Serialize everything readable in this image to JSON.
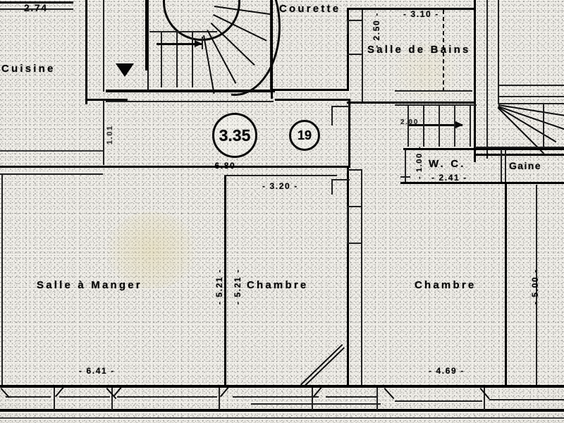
{
  "document": {
    "type": "architectural-floor-plan",
    "language": "fr",
    "medium": "photocopied-scan",
    "paper_color": "#f2f0ea",
    "ink_color": "#101010"
  },
  "rooms": [
    {
      "id": "cuisine",
      "label": "Cuisine"
    },
    {
      "id": "courette",
      "label": "Courette"
    },
    {
      "id": "salle-de-bains",
      "label": "Salle de Bains"
    },
    {
      "id": "wc",
      "label": "W. C."
    },
    {
      "id": "gaine",
      "label": "Gaine"
    },
    {
      "id": "salle-a-manger",
      "label": "Salle  à  Manger"
    },
    {
      "id": "chambre-1",
      "label": "Chambre"
    },
    {
      "id": "chambre-2",
      "label": "Chambre"
    }
  ],
  "dimensions": {
    "cuisine_width": "2.74",
    "salle_de_bains_width": "- 3.10 -",
    "salle_de_bains_height": "- 2.50 -",
    "wc_width": "- 2.41 -",
    "wc_height": "- 1.00 -",
    "hall_width": "- 6.80 -",
    "chambre1_width": "- 3.20 -",
    "salle_a_manger_width": "- 6.41 -",
    "salle_a_manger_height": "- 5.21 -",
    "chambre1_height": "- 5.21 -",
    "chambre2_width": "- 4.69 -",
    "chambre2_height": "- 5.00 -",
    "left_opening_height": "1.01",
    "stair_run": "2.00"
  },
  "markers": {
    "area_circle": "3.35",
    "lot_circle": "19",
    "north_arrow": "direction-triangle"
  },
  "features": {
    "spiral_staircase": "escalier-tournant",
    "right_staircase": "escalier-tournant",
    "direction_arrows": 3
  }
}
